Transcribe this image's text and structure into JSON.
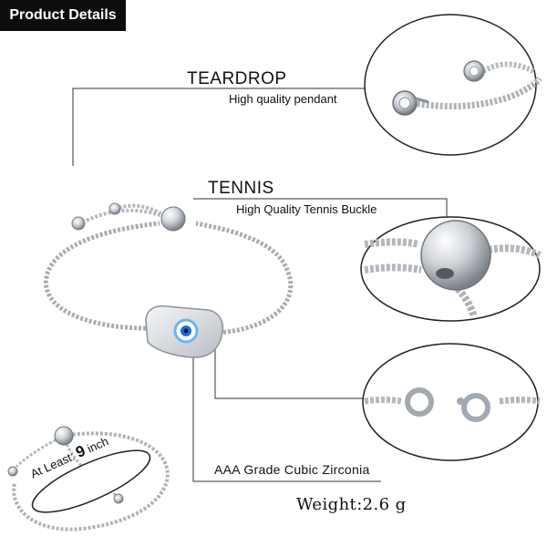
{
  "badge": {
    "label": "Product Details"
  },
  "teardrop": {
    "title": "TEARDROP",
    "subtitle": "High quality pendant"
  },
  "tennis": {
    "title": "TENNIS",
    "subtitle": "High Quality Tennis Buckle"
  },
  "zirconia": {
    "label": "AAA Grade Cubic Zirconia"
  },
  "weight": {
    "label": "Weight:2.6 g"
  },
  "size": {
    "prefix": "At Least:",
    "number": "9",
    "unit": "inch"
  },
  "colors": {
    "badge_bg": "#0d0d0d",
    "stone_blue": "#1e6fd9",
    "metal": "#c8ccd2"
  }
}
